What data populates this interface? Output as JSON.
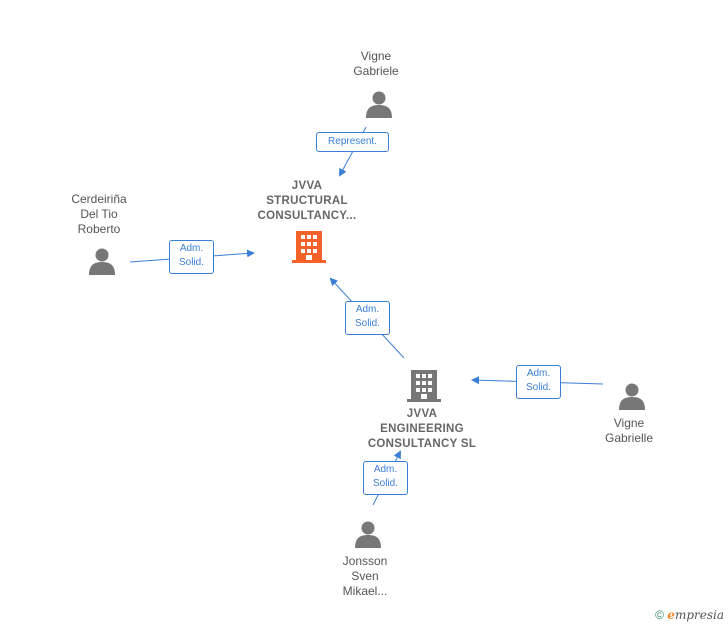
{
  "nodes": {
    "jvva_structural": {
      "label": "JVVA\nSTRUCTURAL\nCONSULTANCY...",
      "type": "company",
      "highlight": true
    },
    "jvva_engineering": {
      "label": "JVVA\nENGINEERING\nCONSULTANCY SL",
      "type": "company",
      "highlight": false
    },
    "vigne_gabriele": {
      "label": "Vigne\nGabriele",
      "type": "person"
    },
    "cerdeirina": {
      "label": "Cerdeiriña\nDel Tio\nRoberto",
      "type": "person"
    },
    "vigne_gabrielle": {
      "label": "Vigne\nGabrielle",
      "type": "person"
    },
    "jonsson": {
      "label": "Jonsson\nSven\nMikael...",
      "type": "person"
    }
  },
  "edges": {
    "represent": {
      "label": "Represent."
    },
    "adm_cerdeirina": {
      "label": "Adm.\nSolid."
    },
    "adm_engineering": {
      "label": "Adm.\nSolid."
    },
    "adm_gabrielle": {
      "label": "Adm.\nSolid."
    },
    "adm_jonsson": {
      "label": "Adm.\nSolid."
    }
  },
  "colors": {
    "accent": "#3a7fd5",
    "highlight_company": "#f4622a",
    "company": "#777777",
    "person": "#777777"
  },
  "footer": {
    "copyright": "©",
    "brand_e": "e",
    "brand_rest": "mpresia"
  }
}
